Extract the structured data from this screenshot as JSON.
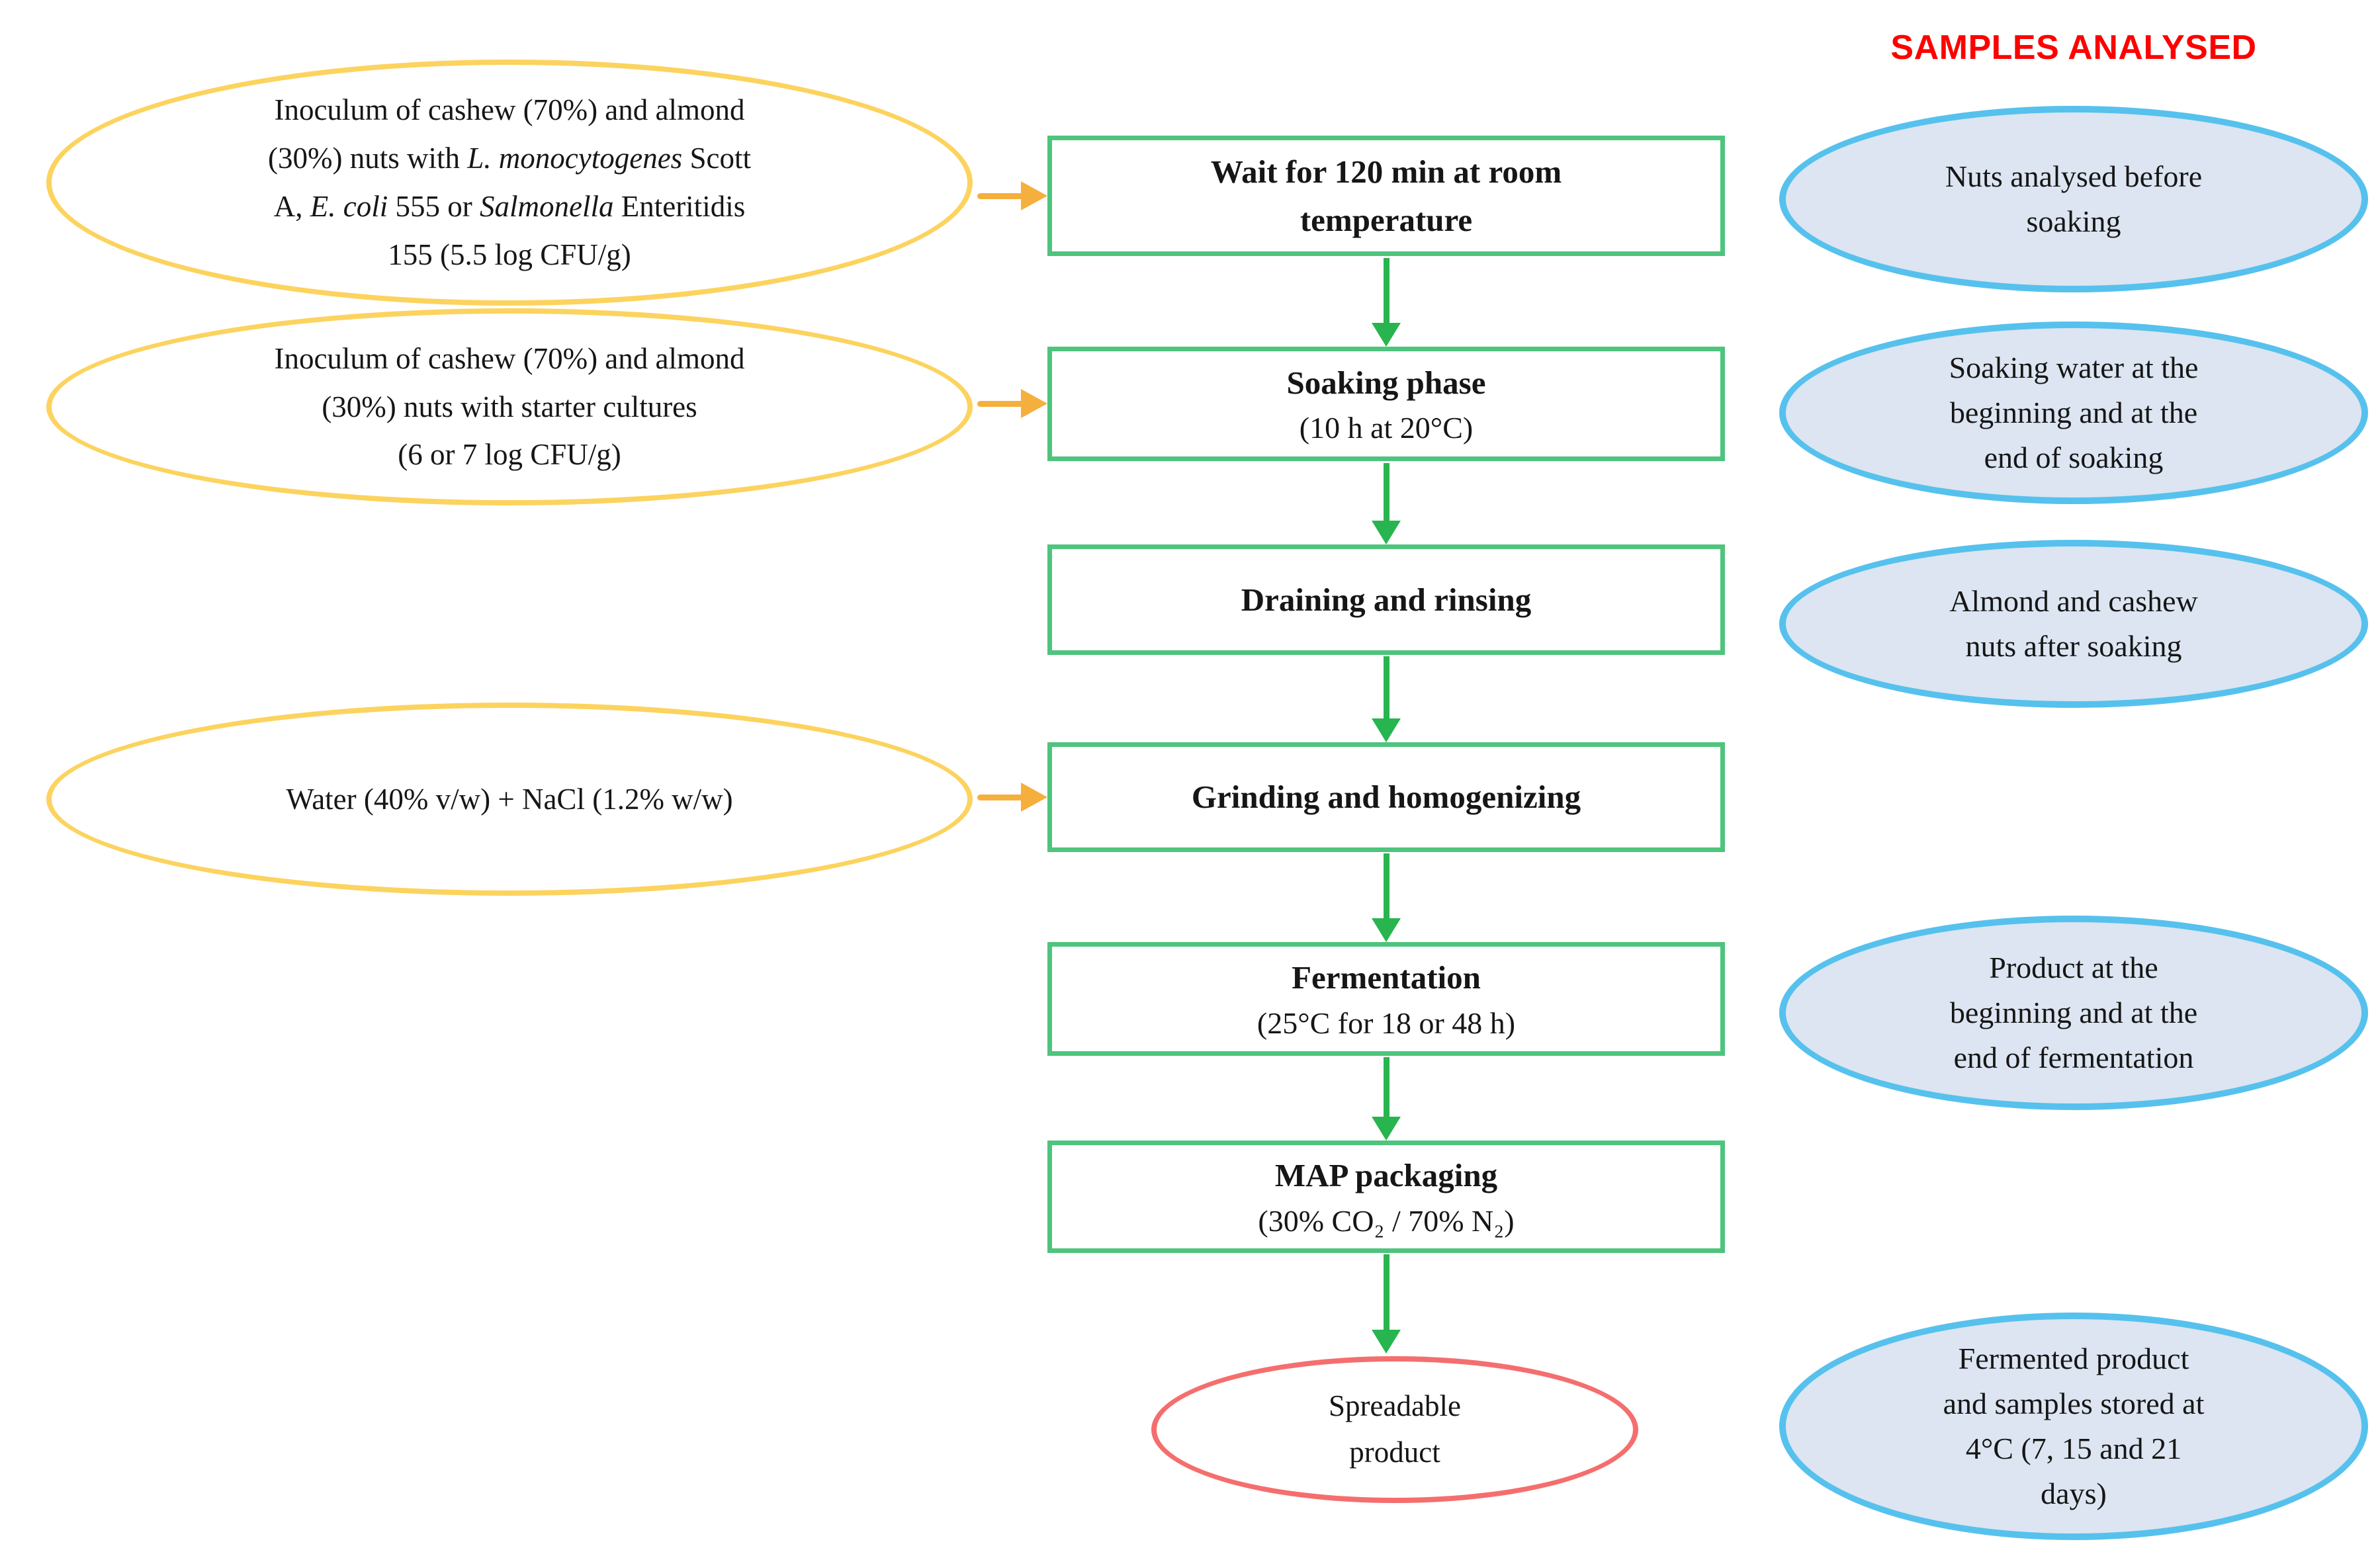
{
  "title": "SAMPLES ANALYSED",
  "colors": {
    "input_ellipse_border": "#FCD35E",
    "input_arrow": "#F5AF3D",
    "process_box_border": "#4EC47D",
    "process_arrow": "#28B54F",
    "sample_ellipse_border": "#56C1ED",
    "sample_ellipse_fill": "#DCE5F1",
    "final_ellipse_border": "#F56E6E",
    "title_color": "#FF0000",
    "text_color": "#161616"
  },
  "inputs": [
    {
      "id": "inoculum-pathogens",
      "segments": [
        {
          "t": "Inoculum of cashew (70%) and almond"
        },
        {
          "br": true
        },
        {
          "t": "(30%) nuts with "
        },
        {
          "t": "L. monocytogenes",
          "i": true
        },
        {
          "t": " Scott"
        },
        {
          "br": true
        },
        {
          "t": "A, "
        },
        {
          "t": "E. coli",
          "i": true
        },
        {
          "t": " 555 or "
        },
        {
          "t": "Salmonella",
          "i": true
        },
        {
          "t": " Enteritidis"
        },
        {
          "br": true
        },
        {
          "t": "155 (5.5 log CFU/g)"
        }
      ]
    },
    {
      "id": "inoculum-starter",
      "segments": [
        {
          "t": "Inoculum of cashew (70%) and almond"
        },
        {
          "br": true
        },
        {
          "t": "(30%) nuts with starter cultures"
        },
        {
          "br": true
        },
        {
          "t": "(6 or 7 log CFU/g)"
        }
      ]
    },
    {
      "id": "water-nacl",
      "segments": [
        {
          "t": "Water (40% v/w) + NaCl (1.2% w/w)"
        }
      ]
    }
  ],
  "process_steps": [
    {
      "title": "Wait for 120 min at room temperature",
      "subtitle": ""
    },
    {
      "title": "Soaking phase",
      "subtitle": "(10 h at 20°C)"
    },
    {
      "title": "Draining and rinsing",
      "subtitle": ""
    },
    {
      "title": "Grinding and homogenizing",
      "subtitle": ""
    },
    {
      "title": "Fermentation",
      "subtitle": "(25°C for 18 or 48 h)"
    },
    {
      "title": "MAP packaging",
      "subtitle": "(30% CO₂ / 70% N₂)"
    }
  ],
  "final_product": {
    "lines": [
      "Spreadable",
      "product"
    ]
  },
  "samples": [
    {
      "lines": [
        "Nuts analysed before",
        "soaking"
      ]
    },
    {
      "lines": [
        "Soaking water at the",
        "beginning and at the",
        "end of soaking"
      ]
    },
    {
      "lines": [
        "Almond and cashew",
        "nuts after soaking"
      ]
    },
    {
      "lines": [
        "Product at the",
        "beginning and at the",
        "end of fermentation"
      ]
    },
    {
      "lines": [
        "Fermented product",
        "and samples stored at",
        "4°C (7, 15 and 21",
        "days)"
      ]
    }
  ]
}
